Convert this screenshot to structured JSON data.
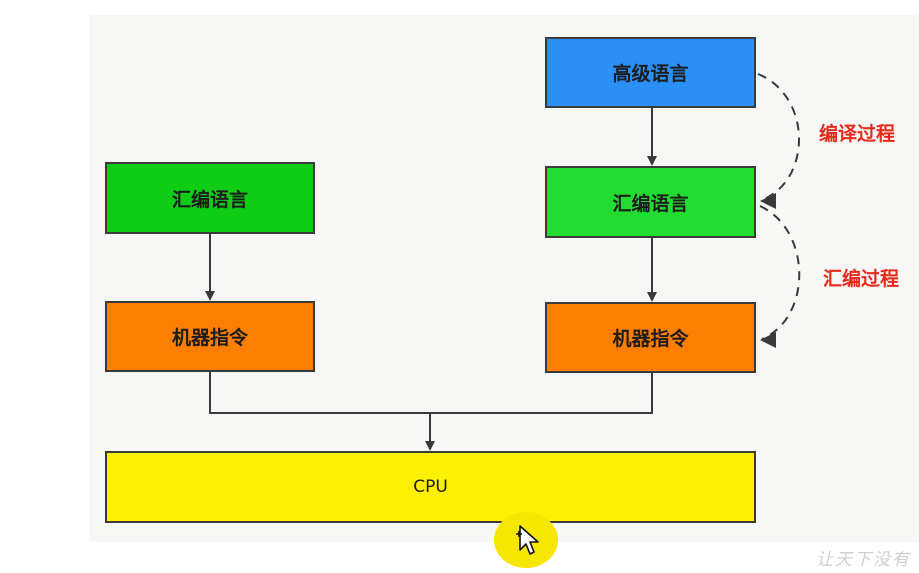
{
  "diagram": {
    "left": {
      "assembly": "汇编语言",
      "machine": "机器指令"
    },
    "right": {
      "high_level": "高级语言",
      "assembly": "汇编语言",
      "machine": "机器指令"
    },
    "cpu": "CPU",
    "process_labels": {
      "compile": "编译过程",
      "assemble": "汇编过程"
    }
  },
  "colors": {
    "high_level": "#2a8ff6",
    "assembly_left": "#0fcd15",
    "assembly_right": "#22dd30",
    "machine": "#fd7e00",
    "cpu": "#ffef00",
    "process_label": "#e8291c",
    "connector": "#3a3a3a"
  },
  "watermark": "让天下没有"
}
